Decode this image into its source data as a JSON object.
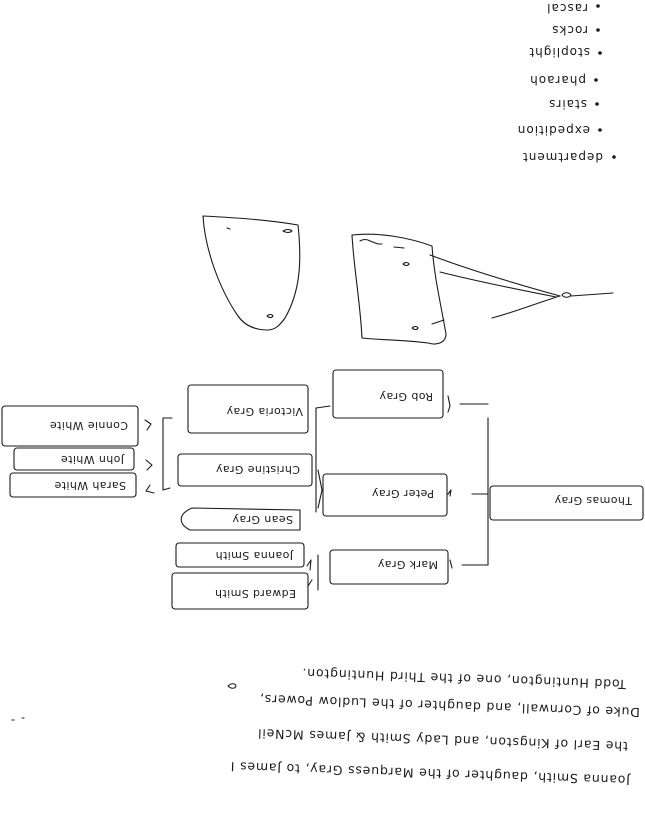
{
  "note_list": {
    "items": [
      "rascal",
      "rocks",
      "stoplight",
      "pharaoh",
      "stairs",
      "expedition",
      "department"
    ]
  },
  "family_tree": {
    "root": "Thomas Gray",
    "generation_2": [
      "Rob Gray",
      "Peter Gray",
      "Mark Gray"
    ],
    "generation_3": [
      "Victoria Gray",
      "Christine Gray",
      "Sean Gray",
      "Joanna Smith",
      "Edward Smith"
    ],
    "generation_4": [
      "Connie White",
      "John White",
      "Sarah White"
    ]
  },
  "paragraph": {
    "lines": [
      "Joanna Smith, daughter of the Marquess Gray, to James I",
      "the Earl of Kingston, and Lady Smith & James McNeil",
      "Duke of Cornwall, and daughter of the Ludlow Powers,",
      "Todd Huntington, one of the Third Huntington."
    ]
  }
}
